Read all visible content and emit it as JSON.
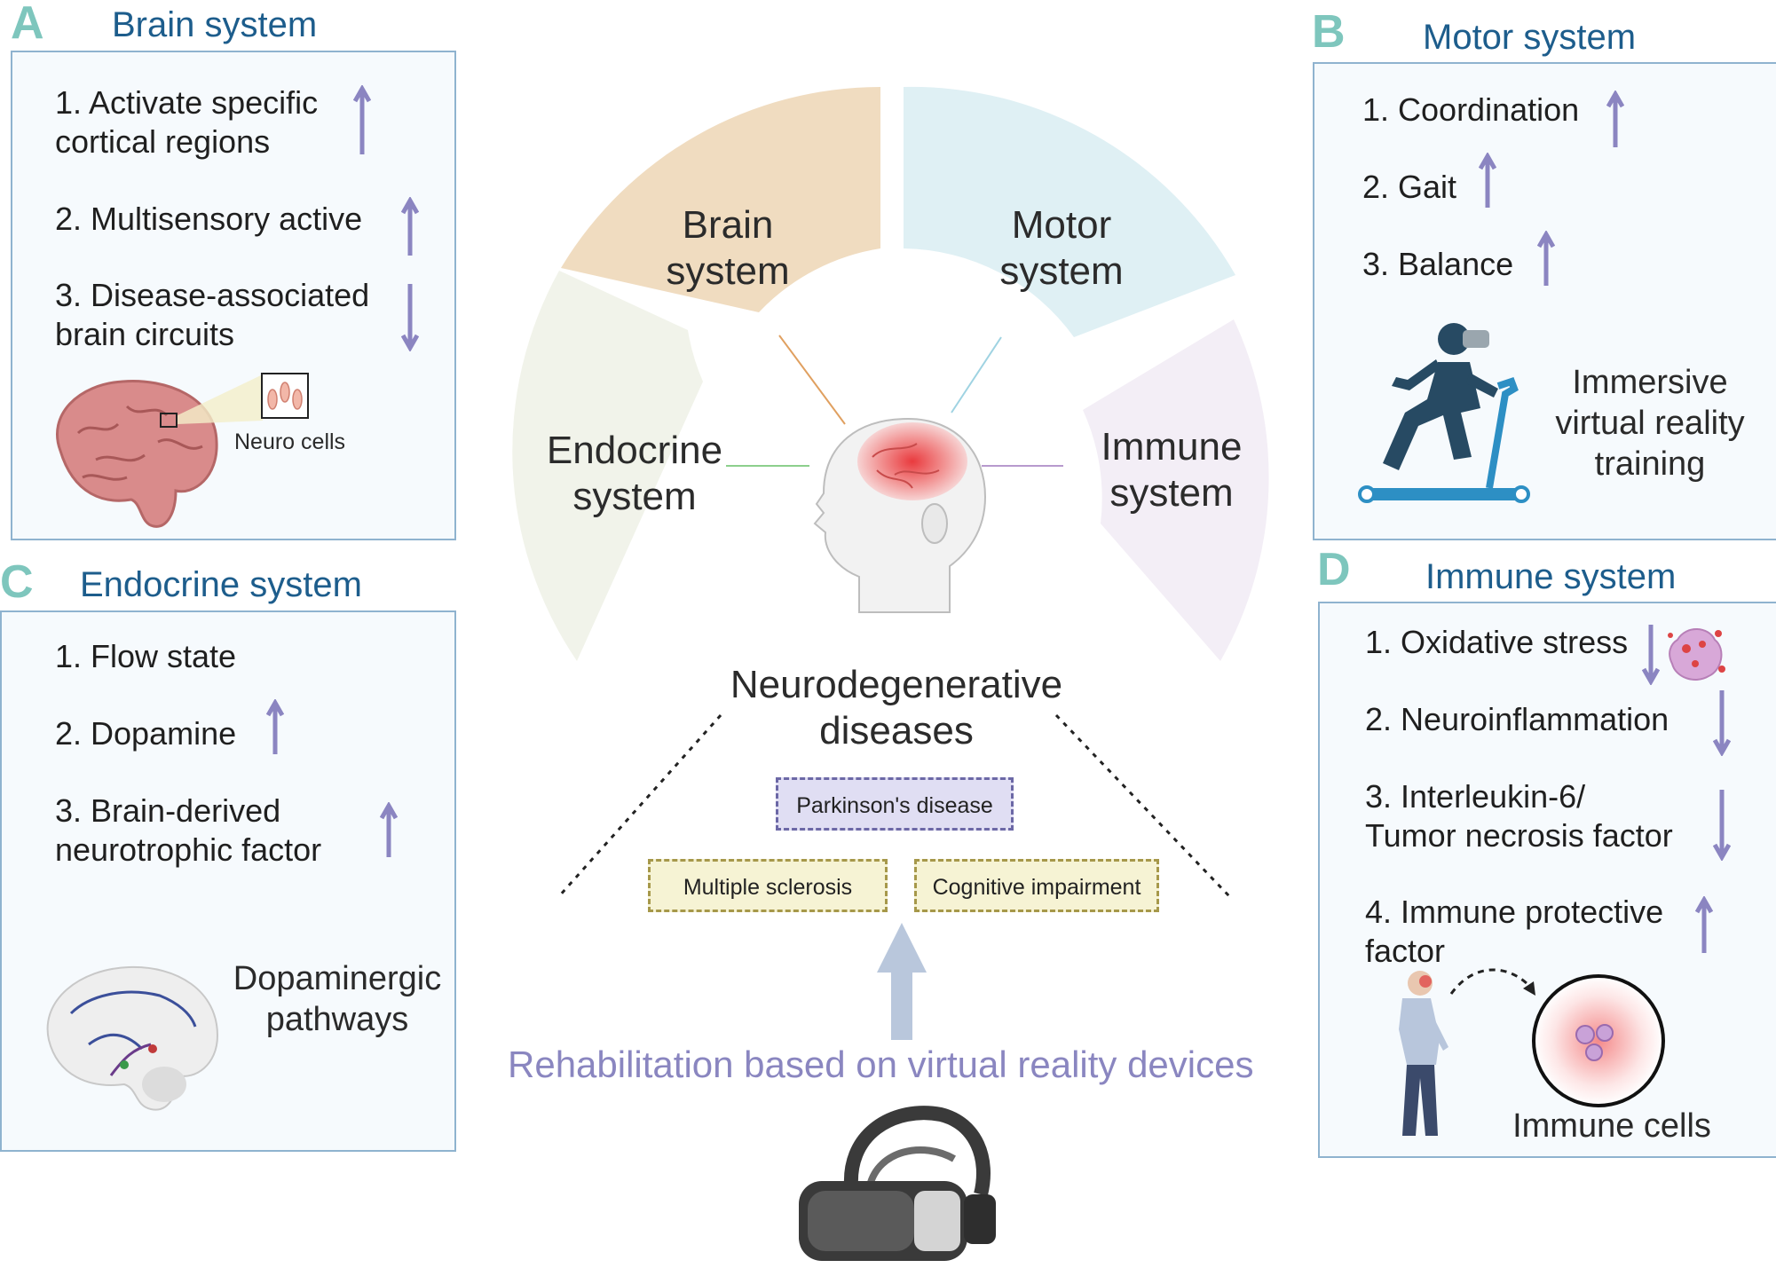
{
  "colors": {
    "letter": "#7ec6bd",
    "panel_title": "#1d5d8c",
    "arrow": "#8b85c1",
    "box_border": "#8fb3cf",
    "box_fill": "#f6fafd",
    "brain_wedge": "#f0dcc0",
    "motor_wedge": "#dff0f4",
    "immune_wedge": "#f3eef6",
    "endocrine_wedge": "#f1f3ea"
  },
  "panelA": {
    "letter": "A",
    "title": "Brain system",
    "items": [
      {
        "text": "1. Activate specific\ncortical regions",
        "arrow": "up"
      },
      {
        "text": "2. Multisensory active",
        "arrow": "up"
      },
      {
        "text": "3. Disease-associated\nbrain circuits",
        "arrow": "down"
      }
    ],
    "caption": "Neuro cells"
  },
  "panelB": {
    "letter": "B",
    "title": "Motor system",
    "items": [
      {
        "text": "1. Coordination",
        "arrow": "up"
      },
      {
        "text": "2. Gait",
        "arrow": "up"
      },
      {
        "text": "3. Balance",
        "arrow": "up"
      }
    ],
    "caption": "Immersive\nvirtual reality\ntraining"
  },
  "panelC": {
    "letter": "C",
    "title": "Endocrine system",
    "items": [
      {
        "text": "1. Flow state",
        "arrow": "none"
      },
      {
        "text": "2. Dopamine",
        "arrow": "up"
      },
      {
        "text": "3. Brain-derived\nneurotrophic factor",
        "arrow": "up"
      }
    ],
    "caption": "Dopaminergic\npathways"
  },
  "panelD": {
    "letter": "D",
    "title": "Immune system",
    "items": [
      {
        "text": "1. Oxidative stress",
        "arrow": "down"
      },
      {
        "text": "2. Neuroinflammation",
        "arrow": "down"
      },
      {
        "text": "3. Interleukin-6/\nTumor necrosis factor",
        "arrow": "down"
      },
      {
        "text": "4. Immune protective\nfactor",
        "arrow": "up"
      }
    ],
    "caption": "Immune cells"
  },
  "center": {
    "wedges": {
      "brain": "Brain\nsystem",
      "motor": "Motor\nsystem",
      "endocrine": "Endocrine\nsystem",
      "immune": "Immune\nsystem"
    },
    "title": "Neurodegenerative\ndiseases",
    "diseases": [
      "Parkinson's disease",
      "Multiple sclerosis",
      "Cognitive impairment"
    ],
    "rehab": "Rehabilitation based on virtual reality devices"
  }
}
